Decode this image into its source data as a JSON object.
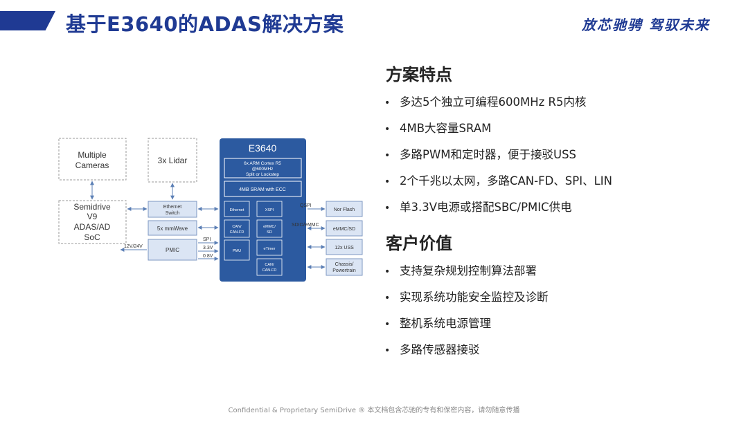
{
  "header": {
    "title": "基于E3640的ADAS解决方案",
    "slogan": "放芯驰骋  驾驭未来"
  },
  "features": {
    "heading": "方案特点",
    "items": [
      "多达5个独立可编程600MHz R5内核",
      "4MB大容量SRAM",
      "多路PWM和定时器，便于接驳USS",
      "2个千兆以太网，多路CAN-FD、SPI、LIN",
      "单3.3V电源或搭配SBC/PMIC供电"
    ]
  },
  "value": {
    "heading": "客户价值",
    "items": [
      "支持复杂规划控制算法部署",
      "实现系统功能安全监控及诊断",
      "整机系统电源管理",
      "多路传感器接驳"
    ]
  },
  "bullet_symbol": "•",
  "diagram": {
    "cameras": [
      "Multiple",
      "Cameras"
    ],
    "lidar": "3x Lidar",
    "soc": [
      "Semidrive",
      "V9",
      "ADAS/AD",
      "SoC"
    ],
    "ethernet_switch": [
      "Ethernet",
      "Switch"
    ],
    "mmwave": "5x mmWave",
    "pmic": "PMIC",
    "chip_title": "E3640",
    "cortex": [
      "6x ARM Cortex R5",
      "@600MHz",
      "Split or Lockstep"
    ],
    "sram": "4MB SRAM with ECC",
    "blocks": {
      "ethernet": "Ethernet",
      "xspi": "XSPI",
      "can_fd": [
        "CAN/",
        "CAN-FD"
      ],
      "emmc_sd": [
        "eMMC/",
        "SD"
      ],
      "pmu": "PMU",
      "etimer": "eTimer",
      "can_fd2": [
        "CAN/",
        "CAN-FD"
      ]
    },
    "peripherals": {
      "nor_flash": "Nor Flash",
      "emmc": "eMMC/SD",
      "uss": "12x USS",
      "chassis": [
        "Chassis/",
        "Powertrain"
      ]
    },
    "links": {
      "qspi": "QSPI",
      "sdio": "SDIO/eMMC",
      "v12": "12V/24V",
      "spi": "SPI",
      "v33": "3.3V",
      "v08": "0.8V"
    }
  },
  "footer": "Confidential & Proprietary SemiDrive ®   本文档包含芯驰的专有和保密内容，请勿随意传播"
}
